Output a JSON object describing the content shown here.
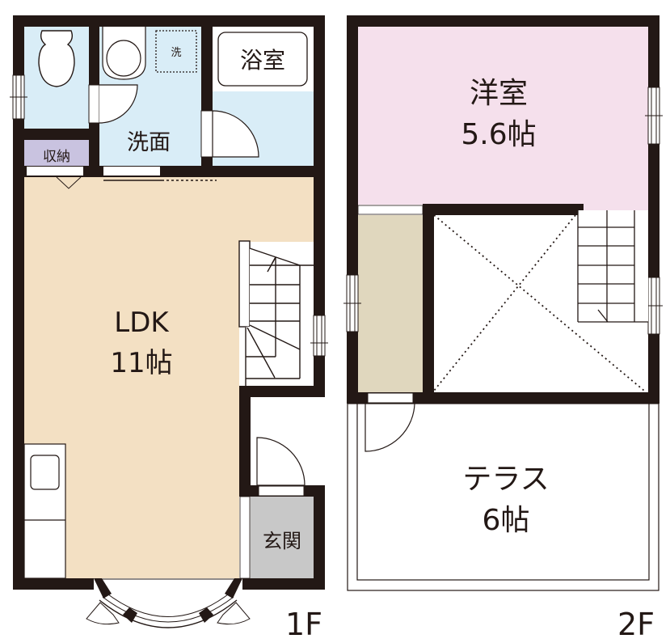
{
  "floors": [
    {
      "label": "1F",
      "rooms": {
        "toilet": {
          "color": "#d9edf7"
        },
        "washroom": {
          "name": "洗面",
          "washer_label": "洗",
          "color": "#d9edf7"
        },
        "bathroom": {
          "name": "浴室",
          "color": "#d9edf7"
        },
        "storage": {
          "name": "収納",
          "color": "#c9c3e0"
        },
        "ldk": {
          "name": "LDK",
          "size": "11帖",
          "color": "#f3e0c3"
        },
        "entrance": {
          "name": "玄関",
          "color": "#c8c8c8"
        }
      }
    },
    {
      "label": "2F",
      "rooms": {
        "western": {
          "name": "洋室",
          "size": "5.6帖",
          "color": "#f5e0ec"
        },
        "closet": {
          "color": "#e0d7be"
        },
        "void": {},
        "terrace": {
          "name": "テラス",
          "size": "6帖"
        }
      }
    }
  ],
  "colors": {
    "wall": "#231815",
    "line": "#231815"
  }
}
